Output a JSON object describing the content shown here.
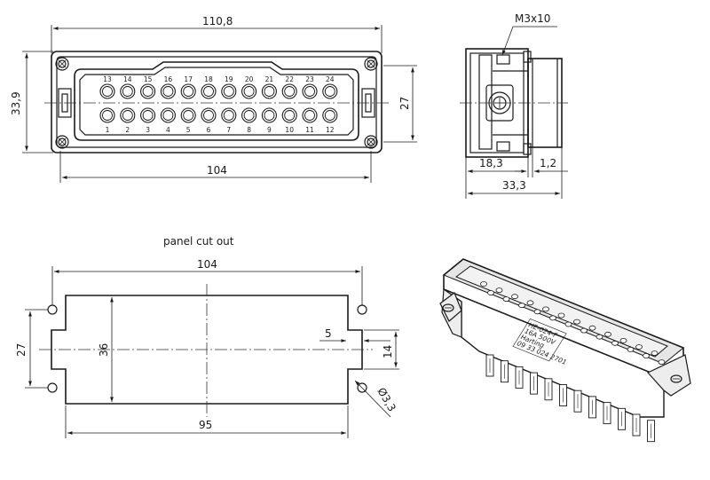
{
  "front_view": {
    "dim_top_width": "110,8",
    "dim_left_height": "33,9",
    "dim_right_height": "27",
    "dim_bottom_width": "104",
    "pin_labels_top": [
      "13",
      "14",
      "15",
      "16",
      "17",
      "18",
      "19",
      "20",
      "21",
      "22",
      "23",
      "24"
    ],
    "pin_labels_bottom": [
      "1",
      "2",
      "3",
      "4",
      "5",
      "6",
      "7",
      "8",
      "9",
      "10",
      "11",
      "12"
    ]
  },
  "side_view": {
    "screw_label": "M3x10",
    "dim_depth": "18,3",
    "dim_protrusion": "1,2",
    "dim_total": "33,3"
  },
  "cutout_view": {
    "title": "panel cut out",
    "dim_hole_spacing": "104",
    "dim_left_height": "27",
    "dim_opening_height": "36",
    "dim_slot_width": "5",
    "dim_slot_height": "14",
    "dim_hole_diameter": "Ø3,3",
    "dim_opening_width": "95"
  },
  "iso_view": {
    "marking_lines": [
      "HE-024-F",
      "16A 500V",
      "Harting",
      "09 33 024 2701"
    ]
  }
}
